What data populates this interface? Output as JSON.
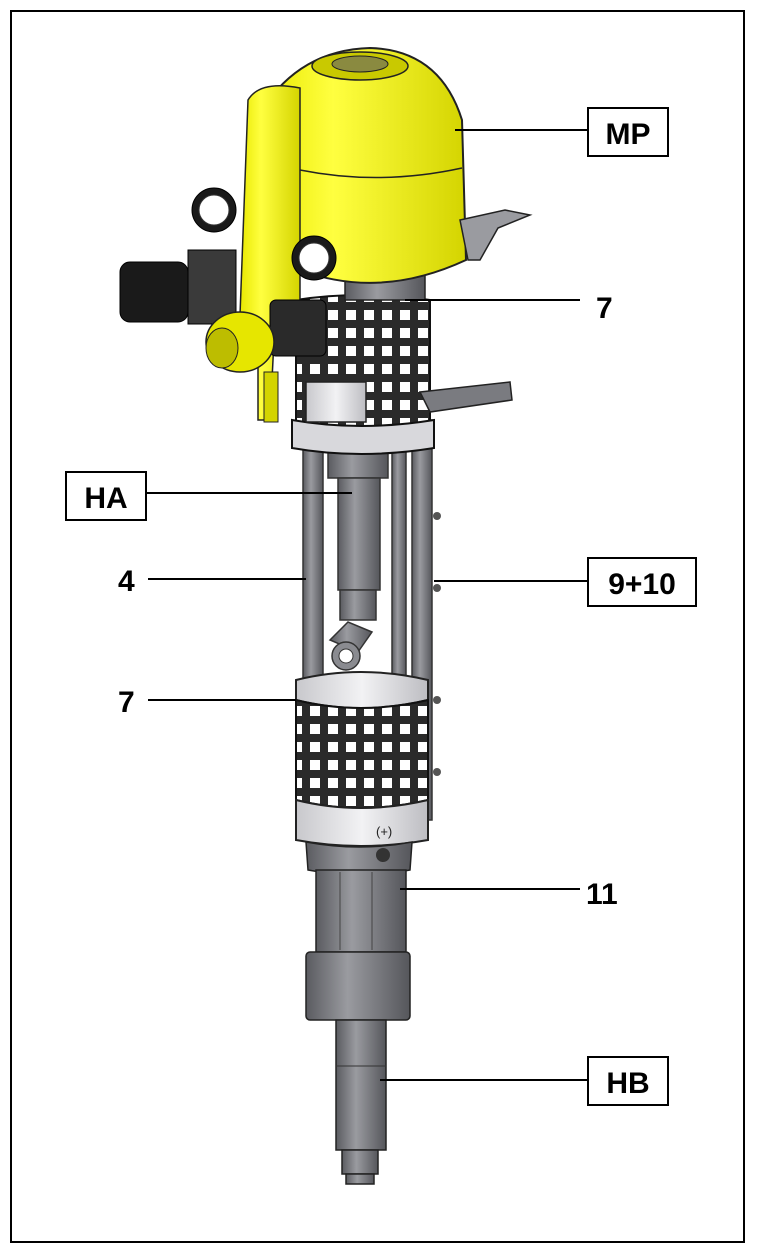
{
  "labels": {
    "mp": "MP",
    "ha": "HA",
    "hb": "HB",
    "n9_10": "9+10",
    "n11": "11",
    "n4": "4",
    "n7_top": "7",
    "n7_mid": "7"
  },
  "colors": {
    "motor_yellow": "#ffff2e",
    "regulator_black": "#1a1a1a",
    "frame_grey": "#9a9aa0",
    "pump_dark": "#6d6e73",
    "label_border": "#000000"
  }
}
